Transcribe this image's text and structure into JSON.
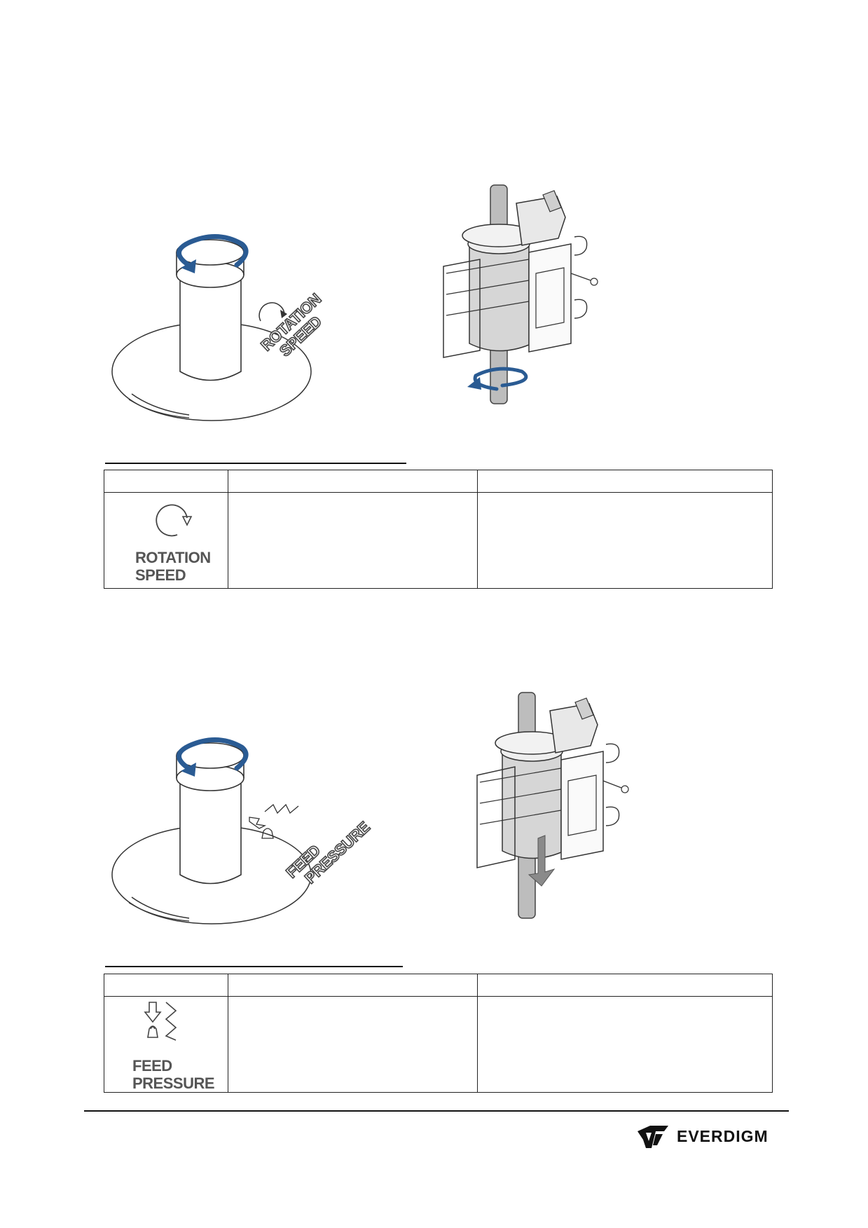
{
  "figure1": {
    "decal_label_line1": "ROTATION",
    "decal_label_line2": "SPEED"
  },
  "table1": {
    "headers": [
      "",
      "",
      ""
    ],
    "icon_label_line1": "ROTATION",
    "icon_label_line2": "SPEED",
    "cells": [
      "",
      ""
    ]
  },
  "figure2": {
    "decal_label_line1": "FEED",
    "decal_label_line2": "PRESSURE"
  },
  "table2": {
    "headers": [
      "",
      "",
      ""
    ],
    "icon_label_line1": "FEED",
    "icon_label_line2": "PRESSURE",
    "cells": [
      "",
      ""
    ]
  },
  "footer": {
    "brand": "EVERDIGM"
  },
  "colors": {
    "arrow_blue": "#2a5b93",
    "down_arrow_gray": "#8a8a8a",
    "line": "#333333"
  }
}
